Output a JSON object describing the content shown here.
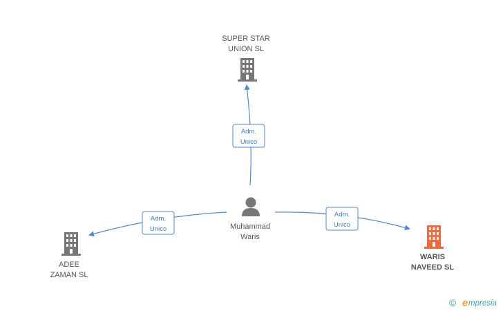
{
  "colors": {
    "edge": "#4a8ad8",
    "company": "#777777",
    "highlight": "#f26a3b",
    "person": "#777777"
  },
  "nodes": [
    {
      "id": "person",
      "kind": "person",
      "lines": [
        "Muhammad",
        "Waris"
      ],
      "highlight": false
    },
    {
      "id": "superstar",
      "kind": "company",
      "lines": [
        "SUPER STAR",
        "UNION  SL"
      ],
      "highlight": false
    },
    {
      "id": "adee",
      "kind": "company",
      "lines": [
        "ADEE",
        "ZAMAN SL"
      ],
      "highlight": false
    },
    {
      "id": "waris",
      "kind": "company",
      "lines": [
        "WARIS",
        "NAVEED  SL"
      ],
      "highlight": true
    }
  ],
  "edges": [
    {
      "from": "person",
      "to": "superstar",
      "lines": [
        "Adm.",
        "Unico"
      ]
    },
    {
      "from": "person",
      "to": "adee",
      "lines": [
        "Adm.",
        "Unico"
      ]
    },
    {
      "from": "person",
      "to": "waris",
      "lines": [
        "Adm.",
        "Unico"
      ]
    }
  ],
  "footer": {
    "copyright": "©",
    "brand_initial": "e",
    "brand_rest": "mpresia"
  }
}
